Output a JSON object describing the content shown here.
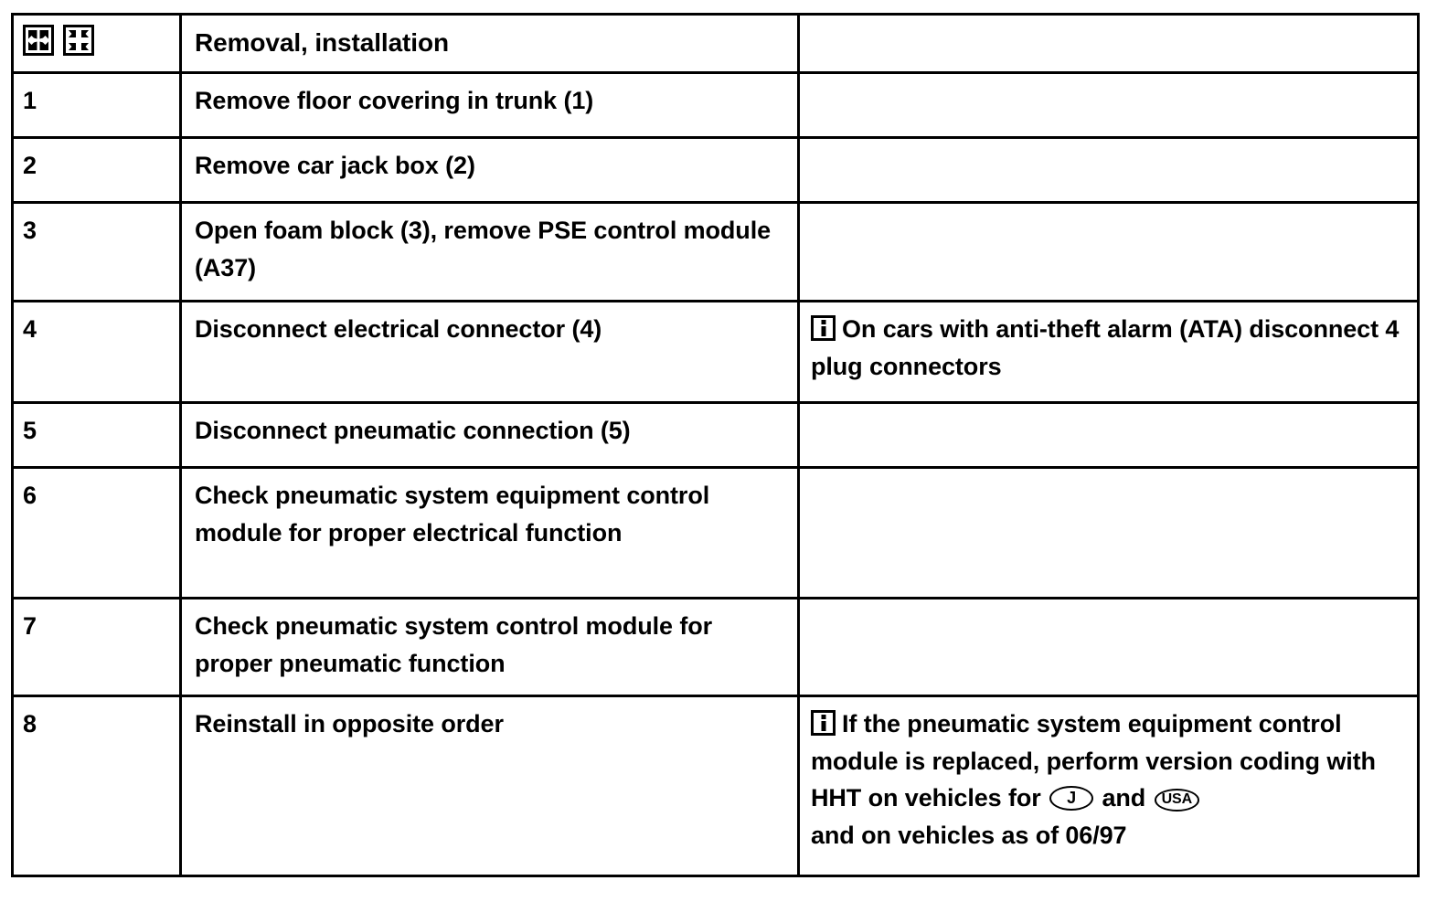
{
  "document": {
    "type": "service-procedure-table",
    "title": "Removal, installation"
  },
  "table": {
    "columns": {
      "step_number": "",
      "operation": "Removal, installation",
      "notes": ""
    },
    "header": {
      "icons": [
        {
          "name": "removal-symbol",
          "meaning": "Removal"
        },
        {
          "name": "installation-symbol",
          "meaning": "Installation"
        }
      ],
      "operation_label": "Removal, installation",
      "notes_label": ""
    },
    "rows": [
      {
        "step": "1",
        "operation": "Remove floor covering in trunk (1)",
        "note": {
          "has_info_icon": false,
          "text": ""
        }
      },
      {
        "step": "2",
        "operation": "Remove car jack box (2)",
        "note": {
          "has_info_icon": false,
          "text": ""
        }
      },
      {
        "step": "3",
        "operation": "Open foam block (3), remove PSE control module (A37)",
        "note": {
          "has_info_icon": false,
          "text": ""
        }
      },
      {
        "step": "4",
        "operation": "Disconnect electrical connector (4)",
        "note": {
          "has_info_icon": true,
          "text": "On cars with anti-theft alarm (ATA) disconnect 4 plug connectors"
        }
      },
      {
        "step": "5",
        "operation": "Disconnect pneumatic connection (5)",
        "note": {
          "has_info_icon": false,
          "text": ""
        }
      },
      {
        "step": "6",
        "operation": "Check pneumatic system equipment control module for proper electrical function",
        "note": {
          "has_info_icon": false,
          "text": ""
        }
      },
      {
        "step": "7",
        "operation": "Check pneumatic system control module for proper pneumatic function",
        "note": {
          "has_info_icon": false,
          "text": ""
        }
      },
      {
        "step": "8",
        "operation": "Reinstall in opposite order",
        "note": {
          "has_info_icon": true,
          "text_part_1": "If the pneumatic system equipment control module is replaced, perform version coding with HHT on vehicles for ",
          "code_1": "J",
          "text_part_2": " and ",
          "code_2": "USA",
          "text_part_3": " and on vehicles as of 06/97"
        }
      }
    ]
  },
  "colors": {
    "background": "#ffffff",
    "text": "#000000",
    "border": "#000000"
  }
}
